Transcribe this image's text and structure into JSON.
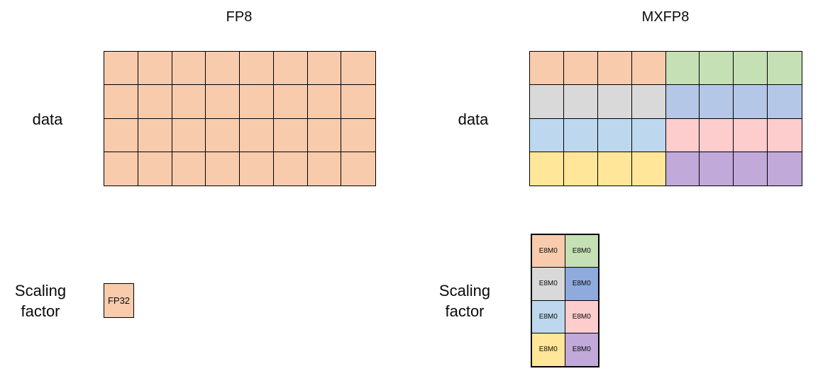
{
  "colors": {
    "orange": "#F8CBAD",
    "green": "#C5E0B4",
    "gray": "#D9D9D9",
    "blue": "#B4C7E7",
    "blue_dark": "#8FAADC",
    "light_blue": "#BDD7EE",
    "pink": "#FDCCCD",
    "yellow": "#FFE699",
    "purple": "#C1A9D9",
    "border": "#000000",
    "background": "#FFFFFF"
  },
  "fp8": {
    "title": "FP8",
    "data_label": "data",
    "scaling_label": [
      "Scaling",
      "factor"
    ],
    "data_grid": {
      "rows": 4,
      "cols": 8,
      "row_blocks": [
        [
          "orange",
          "orange"
        ],
        [
          "orange",
          "orange"
        ],
        [
          "orange",
          "orange"
        ],
        [
          "orange",
          "orange"
        ]
      ]
    },
    "scaling_grid": {
      "rows": 1,
      "cols": 1,
      "cells": [
        [
          {
            "label": "FP32",
            "color": "orange"
          }
        ]
      ]
    }
  },
  "mxfp8": {
    "title": "MXFP8",
    "data_label": "data",
    "scaling_label": [
      "Scaling",
      "factor"
    ],
    "data_grid": {
      "rows": 4,
      "cols": 8,
      "row_blocks": [
        [
          "orange",
          "green"
        ],
        [
          "gray",
          "blue"
        ],
        [
          "light_blue",
          "pink"
        ],
        [
          "yellow",
          "purple"
        ]
      ]
    },
    "scaling_grid": {
      "rows": 4,
      "cols": 2,
      "cells": [
        [
          {
            "label": "E8M0",
            "color": "orange"
          },
          {
            "label": "E8M0",
            "color": "green"
          }
        ],
        [
          {
            "label": "E8M0",
            "color": "gray"
          },
          {
            "label": "E8M0",
            "color": "blue_dark"
          }
        ],
        [
          {
            "label": "E8M0",
            "color": "light_blue"
          },
          {
            "label": "E8M0",
            "color": "pink"
          }
        ],
        [
          {
            "label": "E8M0",
            "color": "yellow"
          },
          {
            "label": "E8M0",
            "color": "purple"
          }
        ]
      ]
    }
  }
}
